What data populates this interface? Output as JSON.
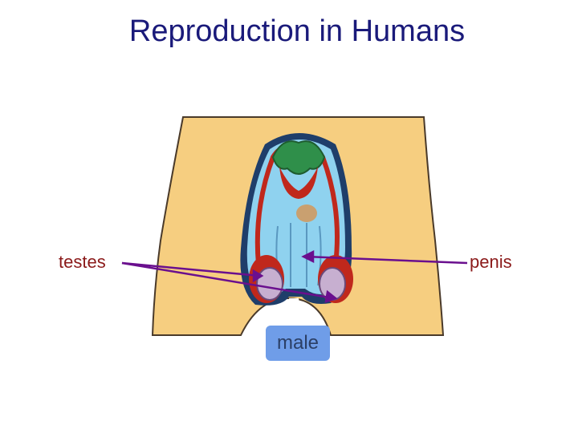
{
  "title": "Reproduction in Humans",
  "labels": {
    "testes": "testes",
    "penis": "penis"
  },
  "badge": "male",
  "colors": {
    "title": "#1a1a7a",
    "label": "#8b1a1a",
    "pointer": "#6a0f8e",
    "skin": "#f6ce80",
    "organ": "#8fd2ef",
    "badge": "#6f9de8"
  }
}
